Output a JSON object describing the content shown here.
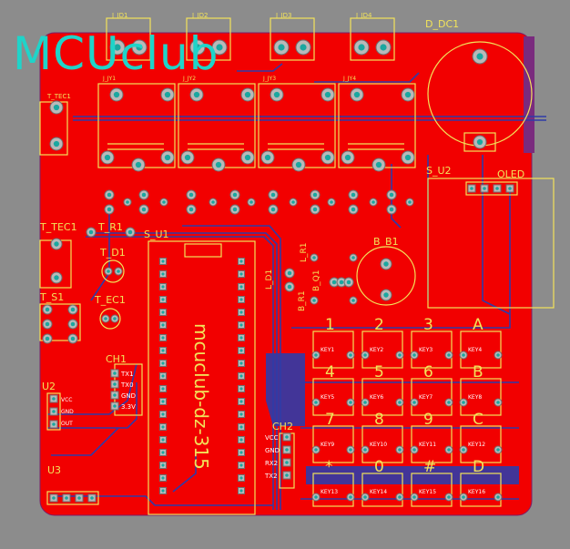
{
  "logo": "MCUclub",
  "board_text": "mcuclub-dz-315",
  "colors": {
    "board": "#f20000",
    "silk": "#f2e35a",
    "bg": "#8c8c8c",
    "logo": "#1fd4c9",
    "trace": "#2f3ba8",
    "pad": "#b9b9b9"
  },
  "labels": {
    "jd1": "J_JD1",
    "jd2": "J_JD2",
    "jd3": "J_JD3",
    "jd4": "J_JD4",
    "jy1": "J_JY1",
    "jy2": "J_JY2",
    "jy3": "J_JY3",
    "jy4": "J_JY4",
    "dc1": "D_DC1",
    "tec1": "T_TEC1",
    "tec1b": "T_TEC1",
    "s1": "T_S1",
    "r1": "T_R1",
    "d1": "T_D1",
    "ec1": "T_EC1",
    "su1": "S_U1",
    "su2": "S_U2",
    "oled": "OLED",
    "bb1": "B_B1",
    "u2": "U2",
    "u3": "U3",
    "ch1": "CH1",
    "ch2": "CH2",
    "br1": "B_R1",
    "bq1": "B_Q1",
    "lr1": "L_R1",
    "ld1": "L_D1"
  },
  "ch1_pins": [
    "TX1",
    "TX0",
    "GND",
    "3.3V"
  ],
  "ch2_pins": [
    "VCC",
    "GND",
    "RX2",
    "TX2"
  ],
  "u2_pins": [
    "VCC",
    "GND",
    "OUT"
  ],
  "keys": [
    {
      "label": "1",
      "ref": "KEY1"
    },
    {
      "label": "2",
      "ref": "KEY2"
    },
    {
      "label": "3",
      "ref": "KEY3"
    },
    {
      "label": "A",
      "ref": "KEY4"
    },
    {
      "label": "4",
      "ref": "KEY5"
    },
    {
      "label": "5",
      "ref": "KEY6"
    },
    {
      "label": "6",
      "ref": "KEY7"
    },
    {
      "label": "B",
      "ref": "KEY8"
    },
    {
      "label": "7",
      "ref": "KEY9"
    },
    {
      "label": "8",
      "ref": "KEY10"
    },
    {
      "label": "9",
      "ref": "KEY11"
    },
    {
      "label": "C",
      "ref": "KEY12"
    },
    {
      "label": "*",
      "ref": "KEY13"
    },
    {
      "label": "0",
      "ref": "KEY14"
    },
    {
      "label": "#",
      "ref": "KEY15"
    },
    {
      "label": "D",
      "ref": "KEY16"
    }
  ]
}
